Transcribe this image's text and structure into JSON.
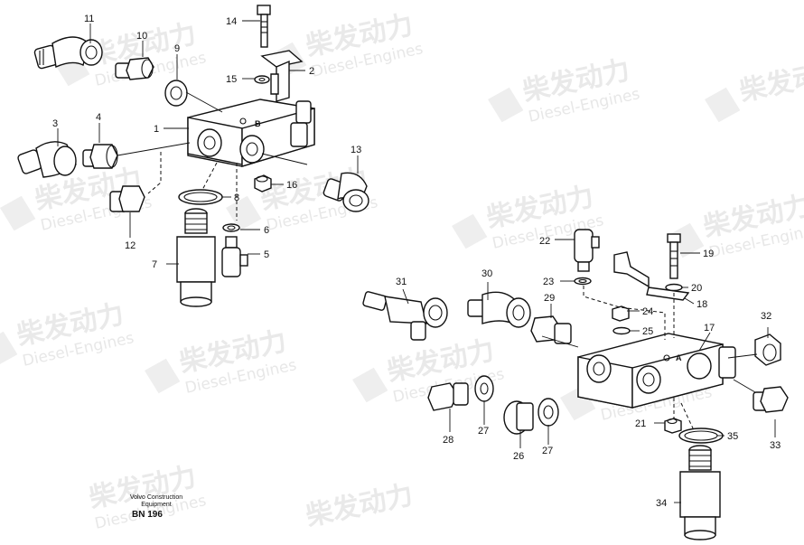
{
  "watermark": {
    "cn": "柴发动力",
    "en": "Diesel-Engines"
  },
  "caption": {
    "line1": "Volvo Construction",
    "line2": "Equipment",
    "code": "BN 196"
  },
  "block_letters": {
    "upper": "B",
    "lower": "A"
  },
  "labels": {
    "n1": "1",
    "n2": "2",
    "n3": "3",
    "n4": "4",
    "n5": "5",
    "n6": "6",
    "n7": "7",
    "n8": "8",
    "n9": "9",
    "n10": "10",
    "n11": "11",
    "n12": "12",
    "n13": "13",
    "n14": "14",
    "n15": "15",
    "n16": "16",
    "n17": "17",
    "n18": "18",
    "n19": "19",
    "n20": "20",
    "n21": "21",
    "n22": "22",
    "n23": "23",
    "n24": "24",
    "n25": "25",
    "n26": "26",
    "n27a": "27",
    "n27b": "27",
    "n28": "28",
    "n29": "29",
    "n30": "30",
    "n31": "31",
    "n32": "32",
    "n33": "33",
    "n34": "34",
    "n35": "35"
  }
}
